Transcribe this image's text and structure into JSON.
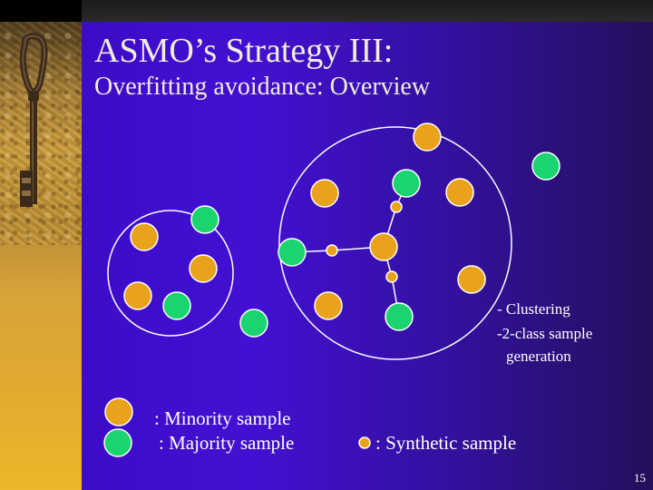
{
  "slide": {
    "title": "ASMO’s Strategy III:",
    "subtitle": "Overfitting avoidance: Overview",
    "page_number": "15"
  },
  "annotations": {
    "clustering": "- Clustering",
    "generation_line1": "-2-class sample",
    "generation_line2": "generation"
  },
  "legend": {
    "minority_label": ": Minority sample",
    "majority_label": ": Majority sample",
    "synthetic_label": ": Synthetic sample"
  },
  "colors": {
    "minority": "#e8a21c",
    "majority": "#1bd36f",
    "synthetic": "#e8a21c",
    "circle_outline": "#ffffff",
    "background": "#3c0cc8",
    "text": "#ffffff",
    "title": "#f2ecda"
  },
  "decorations": {
    "sidebar_image": "antique-key-on-wood"
  }
}
